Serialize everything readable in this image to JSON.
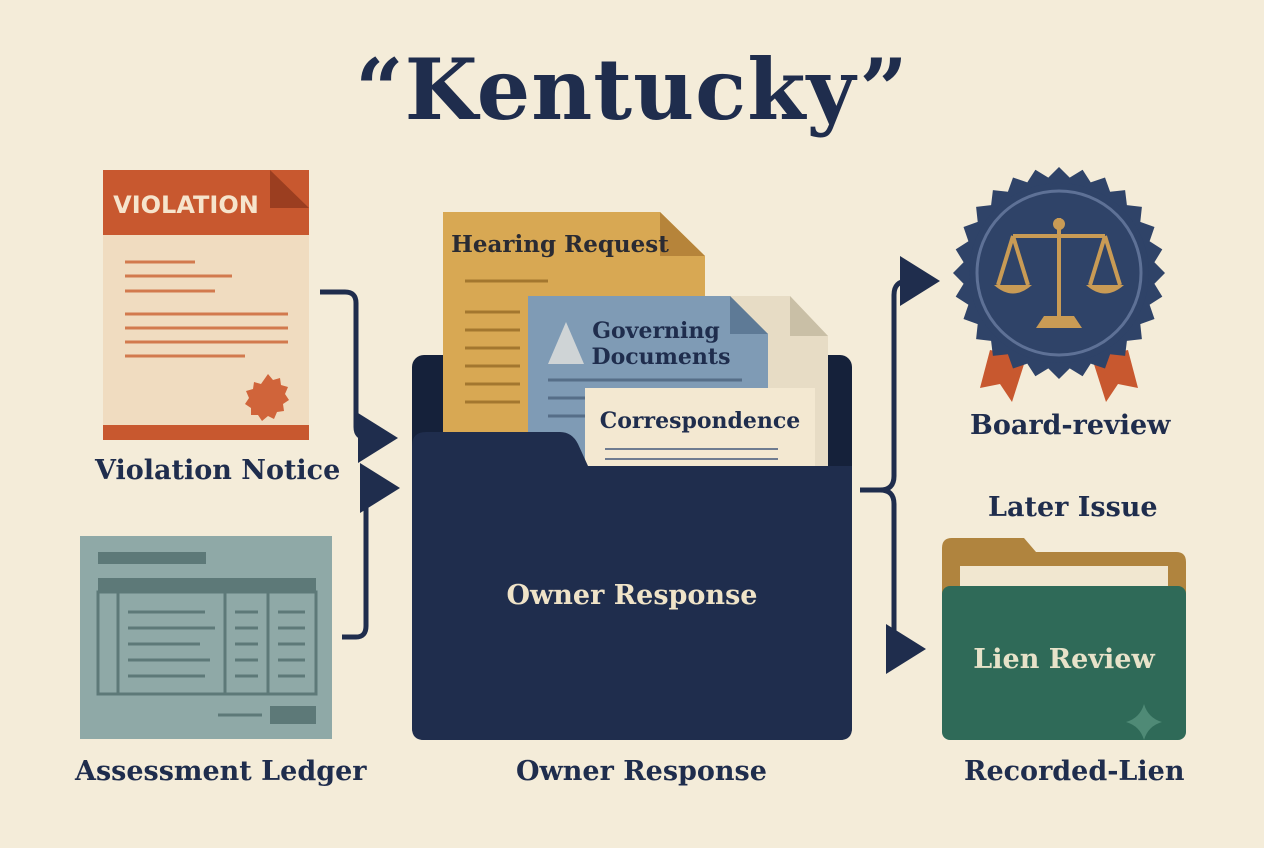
{
  "title": "“Kentucky”",
  "left": {
    "violation_doc_header": "VIOLATION",
    "violation_label": "Violation Notice",
    "ledger_label": "Assessment Ledger"
  },
  "center": {
    "hearing_doc_title": "Hearing Request",
    "governing_doc_title_line1": "Governing",
    "governing_doc_title_line2": "Documents",
    "correspondence_title": "Correspondence",
    "folder_text": "Owner Response",
    "folder_label": "Owner Response"
  },
  "right": {
    "board_label": "Board-review",
    "later_issue_label": "Later Issue",
    "lien_folder_text": "Lien Review",
    "recorded_lien_label": "Recorded-Lien"
  },
  "colors": {
    "background": "#f4ecd9",
    "navy": "#1f2d4d",
    "orange": "#c8582f",
    "mustard": "#d8a853",
    "slate_blue": "#7f9bb5",
    "teal_green": "#2f6a58",
    "sage": "#8fa9a7"
  }
}
